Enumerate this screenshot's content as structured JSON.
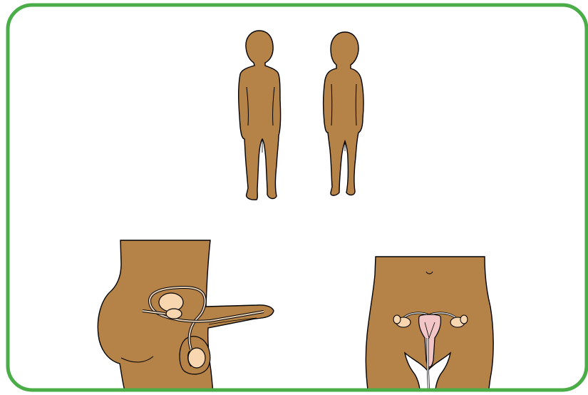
{
  "frame": {
    "border_color": "#4aad48",
    "background": "#ffffff"
  },
  "colors": {
    "skin": "#b58248",
    "outline": "#000000",
    "organ_fill": "#f8d6b0",
    "uterus_fill": "#f2c6c6",
    "tube_stroke": "#c8c8c8"
  },
  "figures": [
    {
      "name": "boy-silhouette"
    },
    {
      "name": "girl-silhouette"
    },
    {
      "name": "male-reproductive-system"
    },
    {
      "name": "female-reproductive-system"
    }
  ]
}
